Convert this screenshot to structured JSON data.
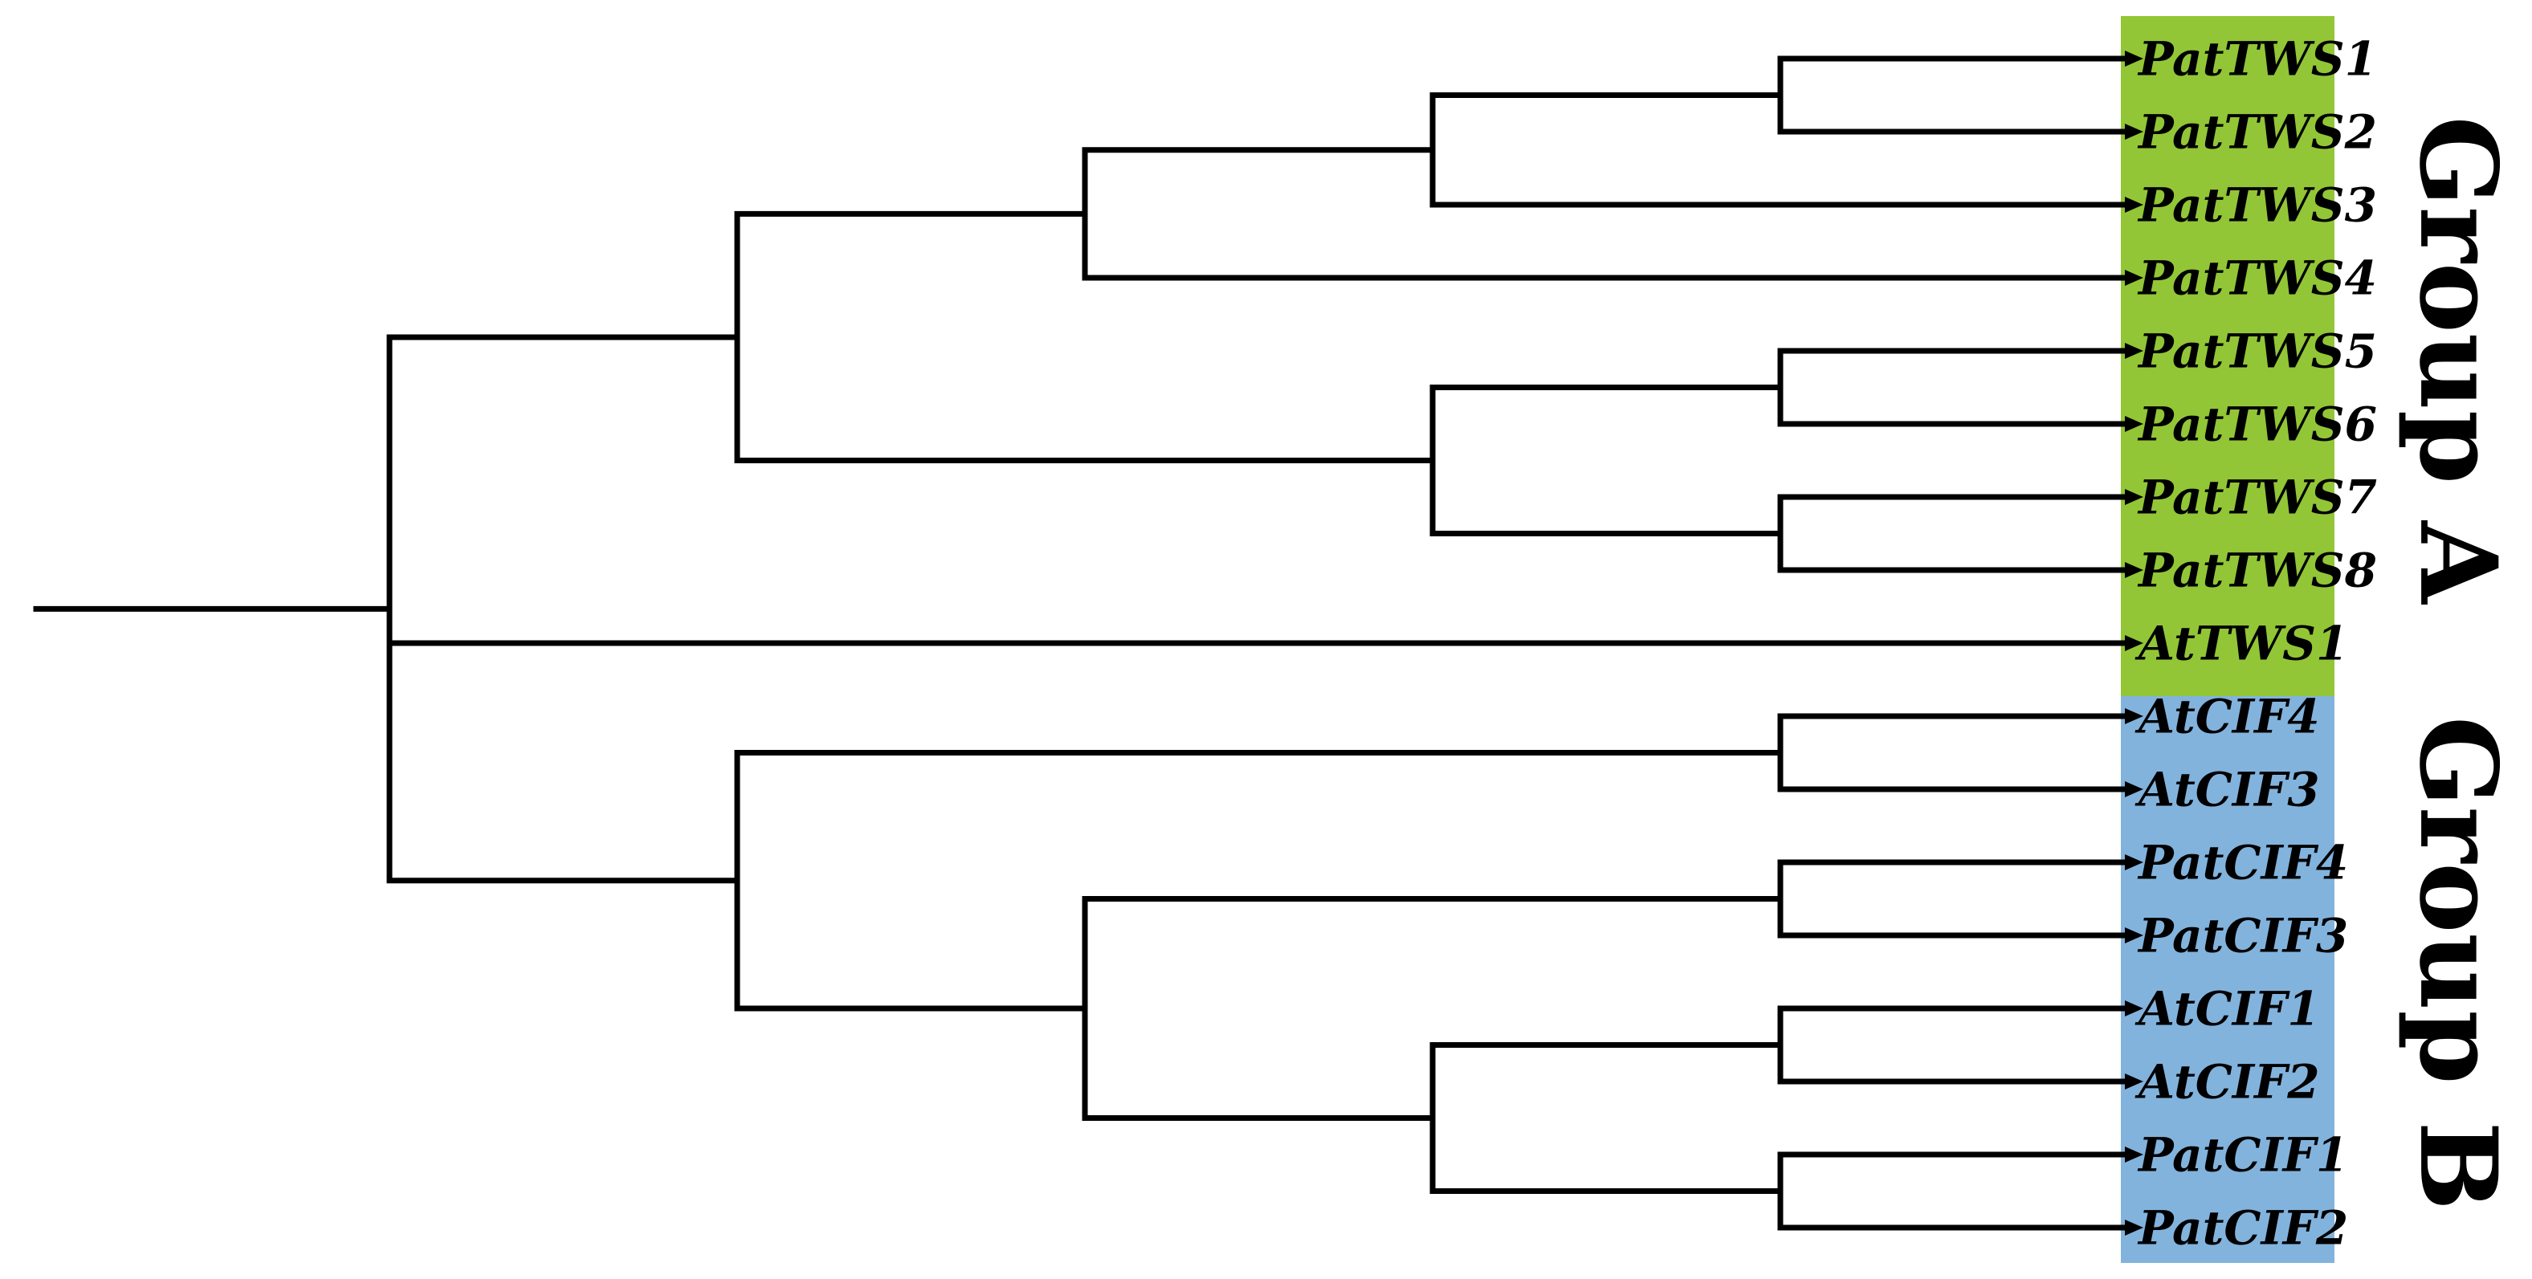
{
  "figure": {
    "description": "Phylogenetic tree (cladogram) of TWS and CIF peptide genes divided into two clades"
  },
  "tree": {
    "style": {
      "line_color": "#000000",
      "leaf_text_color": "#000000"
    },
    "groups": [
      {
        "id": "A",
        "label": "Group A",
        "band_color": "#92c636",
        "label_color": "#000000"
      },
      {
        "id": "B",
        "label": "Group B",
        "band_color": "#82b3dd",
        "label_color": "#000000"
      }
    ],
    "leaves": [
      {
        "label": "PatTWS1",
        "group": "A"
      },
      {
        "label": "PatTWS2",
        "group": "A"
      },
      {
        "label": "PatTWS3",
        "group": "A"
      },
      {
        "label": "PatTWS4",
        "group": "A"
      },
      {
        "label": "PatTWS5",
        "group": "A"
      },
      {
        "label": "PatTWS6",
        "group": "A"
      },
      {
        "label": "PatTWS7",
        "group": "A"
      },
      {
        "label": "PatTWS8",
        "group": "A"
      },
      {
        "label": "AtTWS1",
        "group": "A"
      },
      {
        "label": "AtCIF4",
        "group": "B"
      },
      {
        "label": "AtCIF3",
        "group": "B"
      },
      {
        "label": "PatCIF4",
        "group": "B"
      },
      {
        "label": "PatCIF3",
        "group": "B"
      },
      {
        "label": "AtCIF1",
        "group": "B"
      },
      {
        "label": "AtCIF2",
        "group": "B"
      },
      {
        "label": "PatCIF1",
        "group": "B"
      },
      {
        "label": "PatCIF2",
        "group": "B"
      }
    ],
    "topology": [
      [
        [
          [
            [
              "PatTWS1",
              "PatTWS2"
            ],
            "PatTWS3"
          ],
          "PatTWS4"
        ],
        [
          [
            "PatTWS5",
            "PatTWS6"
          ],
          [
            "PatTWS7",
            "PatTWS8"
          ]
        ]
      ],
      "AtTWS1",
      [
        [
          "AtCIF4",
          "AtCIF3"
        ],
        [
          [
            "PatCIF4",
            "PatCIF3"
          ],
          [
            [
              "AtCIF1",
              "AtCIF2"
            ],
            [
              "PatCIF1",
              "PatCIF2"
            ]
          ]
        ]
      ]
    ]
  }
}
